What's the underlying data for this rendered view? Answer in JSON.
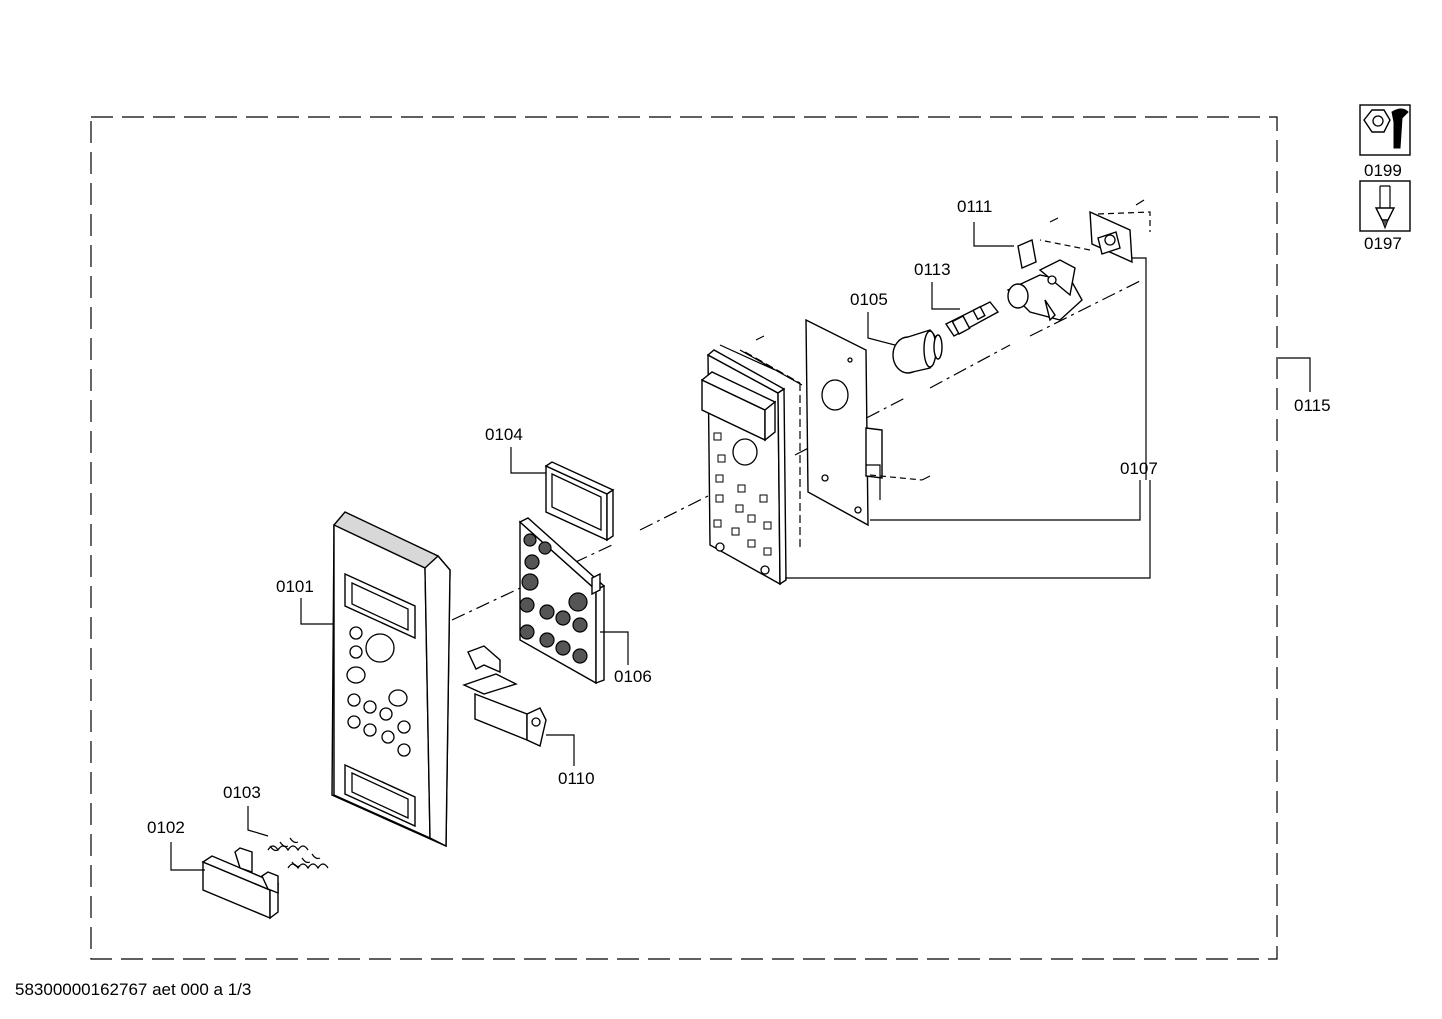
{
  "diagram": {
    "parts": [
      {
        "id": "p0101",
        "label": "0101"
      },
      {
        "id": "p0102",
        "label": "0102"
      },
      {
        "id": "p0103",
        "label": "0103"
      },
      {
        "id": "p0104",
        "label": "0104"
      },
      {
        "id": "p0105",
        "label": "0105"
      },
      {
        "id": "p0106",
        "label": "0106"
      },
      {
        "id": "p0107",
        "label": "0107"
      },
      {
        "id": "p0110",
        "label": "0110"
      },
      {
        "id": "p0111",
        "label": "0111"
      },
      {
        "id": "p0113",
        "label": "0113"
      },
      {
        "id": "p0115",
        "label": "0115"
      }
    ],
    "tools": [
      {
        "label": "0199",
        "icon": "nut-wrench-icon"
      },
      {
        "label": "0197",
        "icon": "screwdriver-icon"
      }
    ]
  },
  "footer": "58300000162767 aet 000 a 1/3"
}
